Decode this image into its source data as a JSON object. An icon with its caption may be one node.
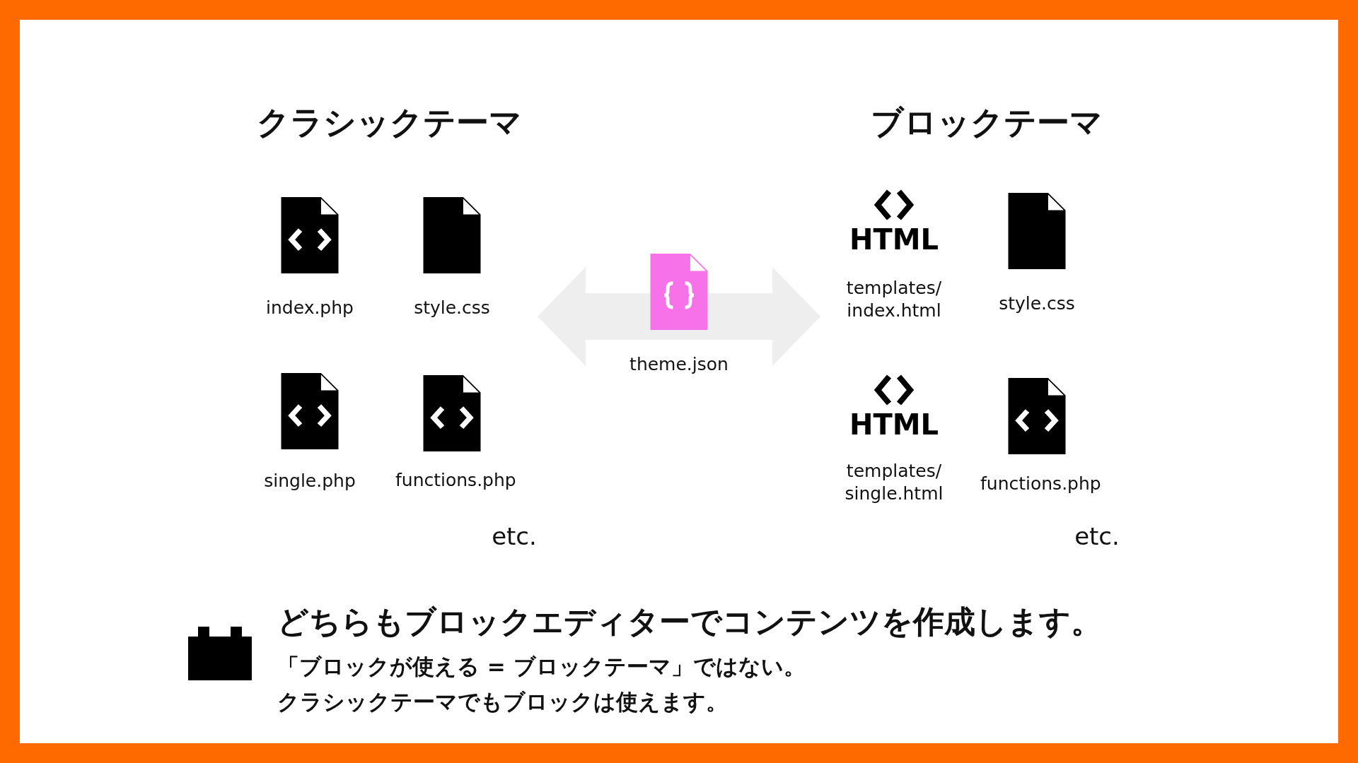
{
  "diagram": {
    "nodes": [
      {
        "text": [
          "クラシックテーマ"
        ]
      },
      {
        "text": [
          "index.php"
        ],
        "in": 0
      },
      {
        "text": [
          "style.css"
        ],
        "in": 0
      },
      {
        "text": [
          "single.php"
        ],
        "in": 0
      },
      {
        "text": [
          "functions.php"
        ],
        "in": 0
      },
      {
        "text": [
          "ブロックテーマ"
        ]
      },
      {
        "text": [
          "HTML",
          "templates/ index.html"
        ],
        "in": 5
      },
      {
        "text": [
          "style.css"
        ],
        "in": 5
      },
      {
        "text": [
          "HTML",
          "templates/ single.html"
        ],
        "in": 5
      },
      {
        "text": [
          "functions.php"
        ],
        "in": 5
      }
    ],
    "edges": [
      {
        "from": 0,
        "to": 5,
        "arrow": "both",
        "label": "theme.json"
      }
    ],
    "labels": [
      "etc.",
      "etc.",
      "どちらもブロックエディターでコンテンツを作成します。",
      "「ブロックが使える = ブロックテーマ」ではない。",
      "クラシックテーマでもブロックは使えます。"
    ]
  }
}
